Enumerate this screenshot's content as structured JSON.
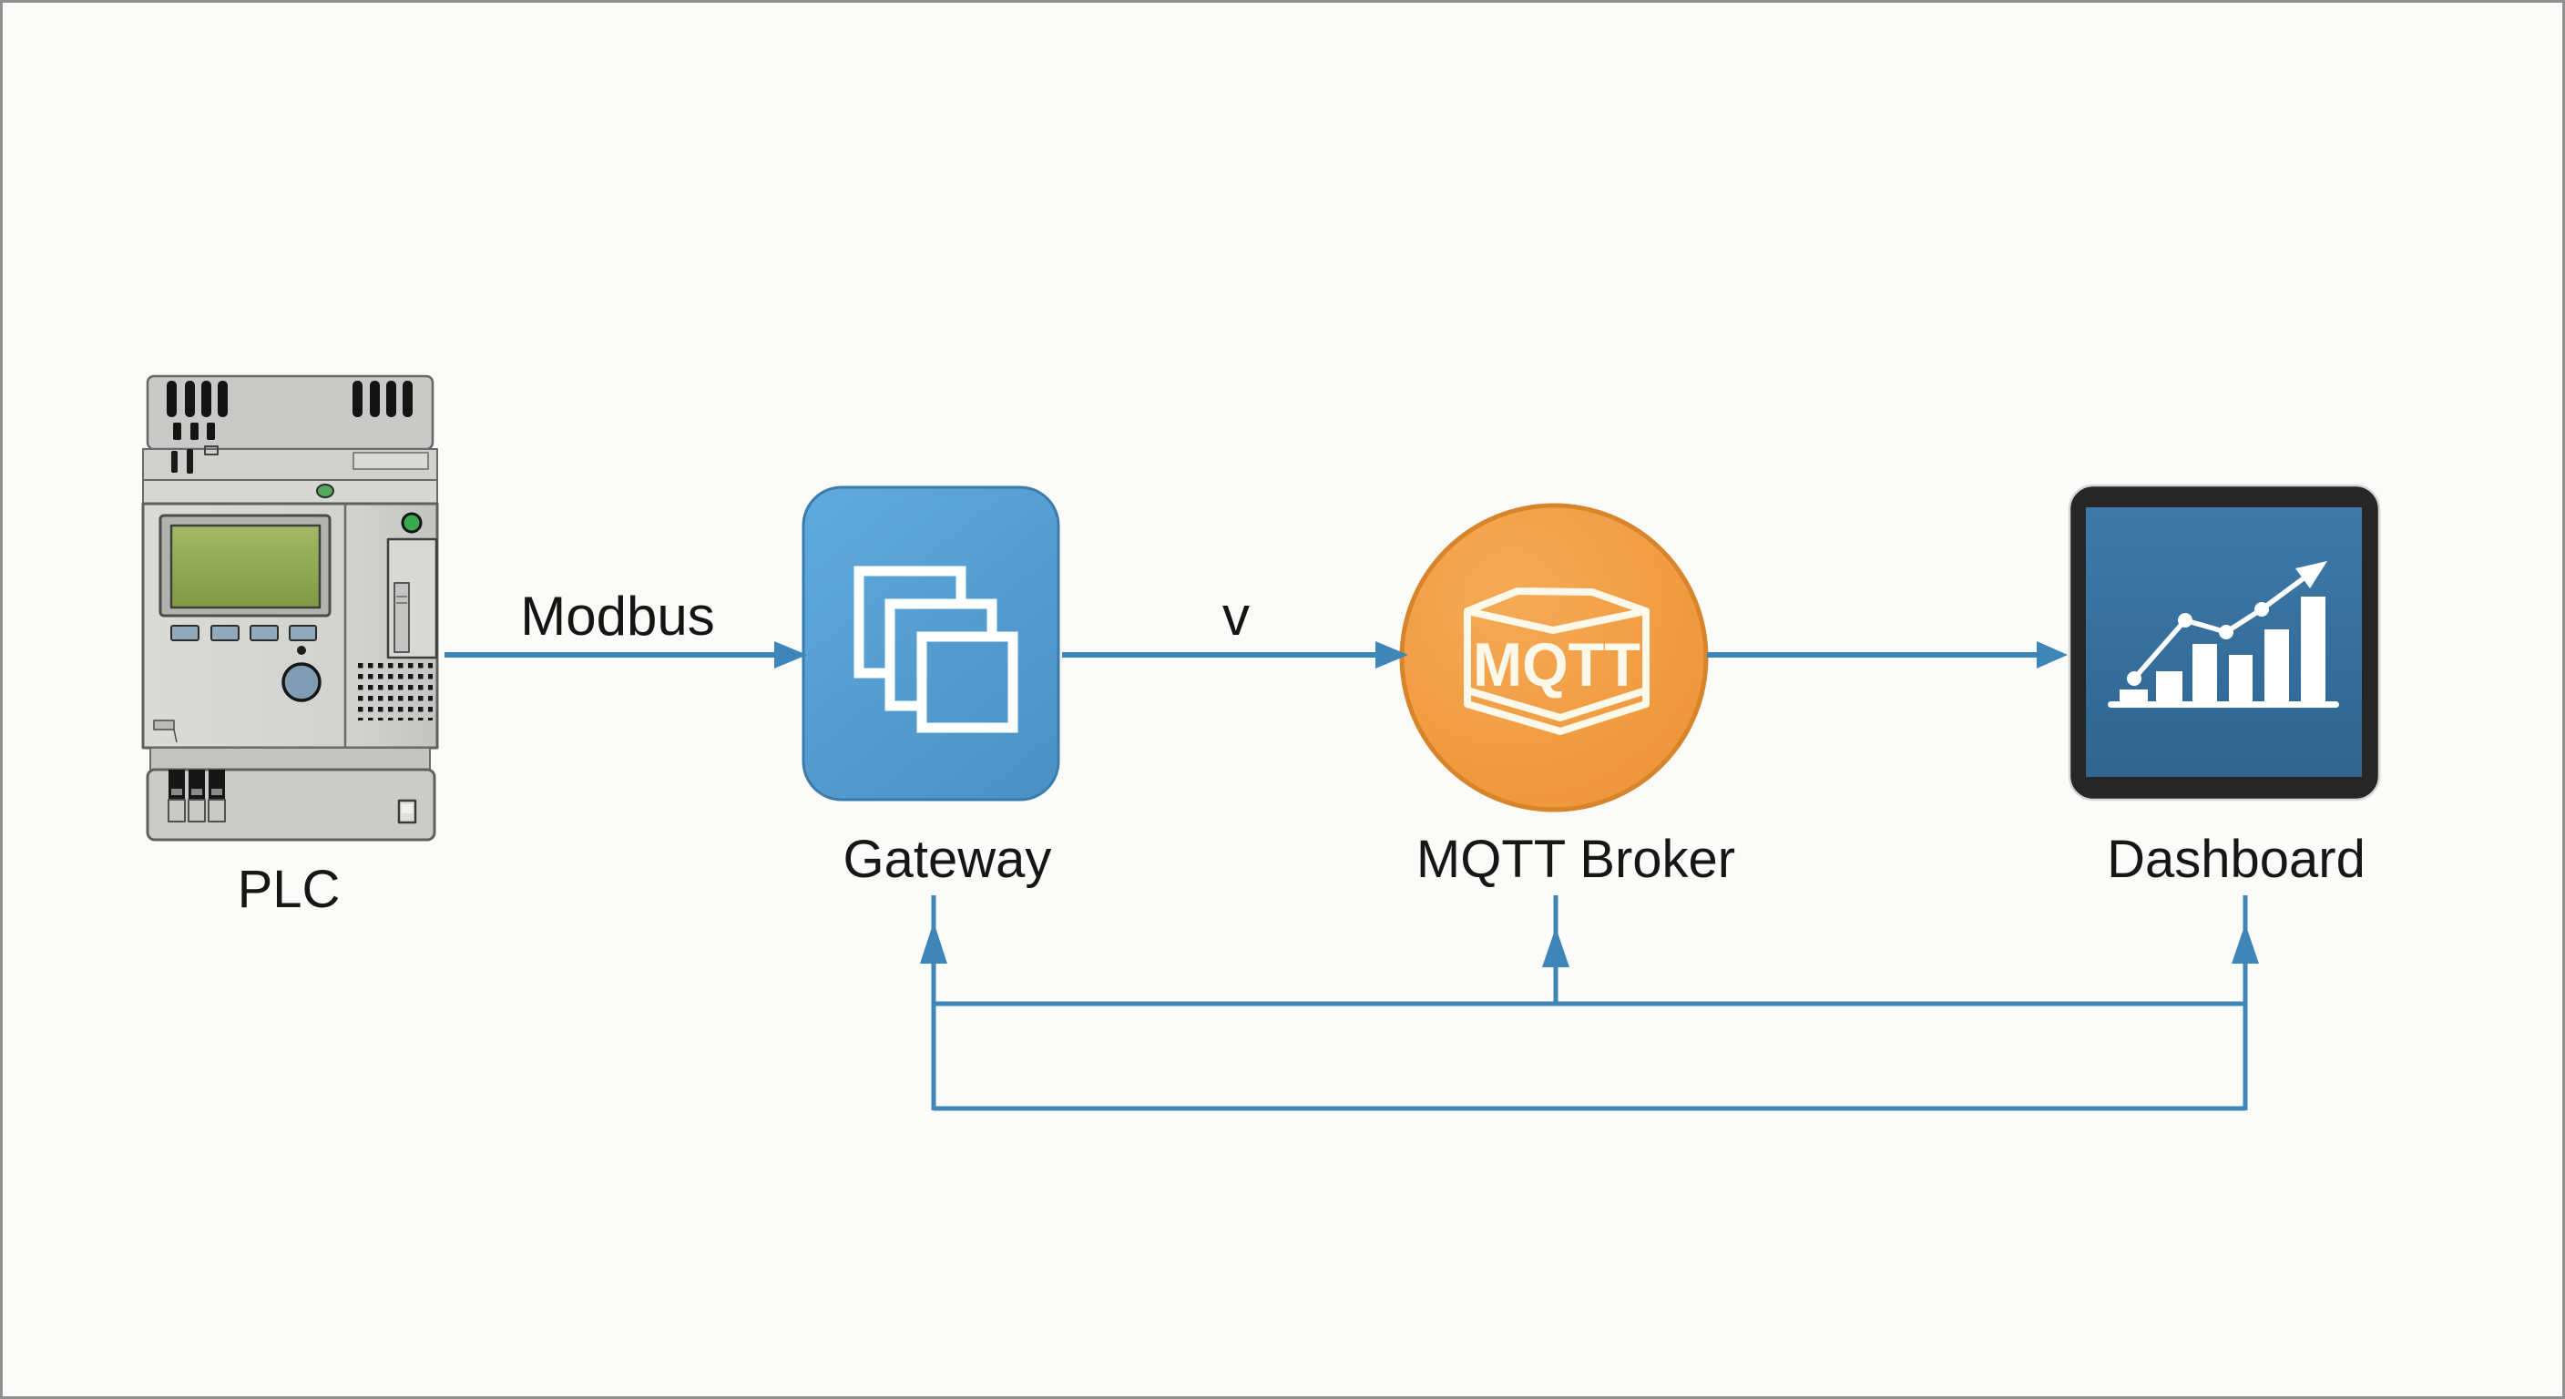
{
  "diagram": {
    "type": "flow-diagram",
    "nodes": {
      "plc": {
        "label": "PLC"
      },
      "gateway": {
        "label": "Gateway"
      },
      "broker": {
        "label": "MQTT Broker",
        "logo_text": "MQTT"
      },
      "dashboard": {
        "label": "Dashboard"
      }
    },
    "edges": {
      "plc_to_gateway": {
        "label": "Modbus",
        "direction": "right"
      },
      "gateway_to_broker": {
        "label": "v",
        "direction": "right"
      },
      "broker_to_dashboard": {
        "direction": "right"
      },
      "feedback_to_gateway": {
        "direction": "up"
      },
      "feedback_to_broker": {
        "direction": "up"
      },
      "feedback_to_dashboard": {
        "direction": "up"
      }
    },
    "colors": {
      "edge_blue": "#3f86b8",
      "gateway_blue": "#519bd1",
      "mqtt_orange": "#f09a40",
      "mqtt_rim_orange": "#d8842a",
      "dashboard_screen_blue": "#356f9e",
      "tablet_frame": "#262626",
      "plc_lcd_green": "#8fa850",
      "label_text": "#161616",
      "background": "#fbfbf9",
      "canvas_border": "#909090"
    }
  }
}
